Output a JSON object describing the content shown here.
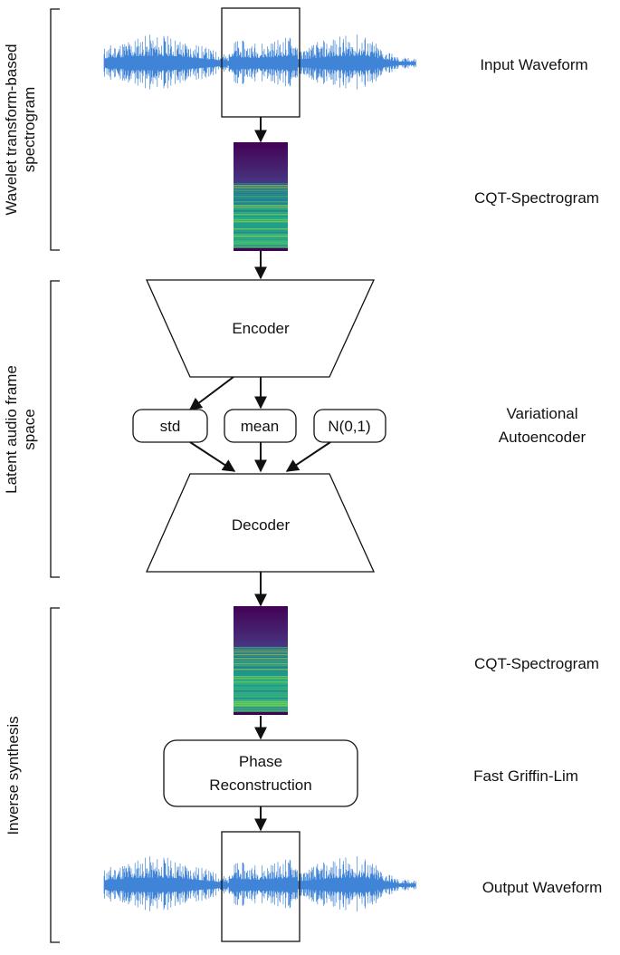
{
  "side_labels": {
    "top": [
      "Wavelet transform-based",
      "spectrogram"
    ],
    "middle": [
      "Latent audio frame",
      "space"
    ],
    "bottom": [
      "Inverse synthesis"
    ]
  },
  "right_labels": {
    "input_waveform": "Input Waveform",
    "cqt_top": "CQT-Spectrogram",
    "vae_line1": "Variational",
    "vae_line2": "Autoencoder",
    "cqt_bottom": "CQT-Spectrogram",
    "griffin": "Fast Griffin-Lim",
    "output_waveform": "Output Waveform"
  },
  "nodes": {
    "encoder": "Encoder",
    "decoder": "Decoder",
    "std": "std",
    "mean": "mean",
    "normal": "N(0,1)",
    "phase_line1": "Phase",
    "phase_line2": "Reconstruction"
  },
  "colors": {
    "waveform": "#1f6fd0",
    "spectrogram_top": "#440154",
    "spectrogram_mid": "#25858e",
    "spectrogram_low": "#35b779",
    "stroke": "#111111"
  }
}
